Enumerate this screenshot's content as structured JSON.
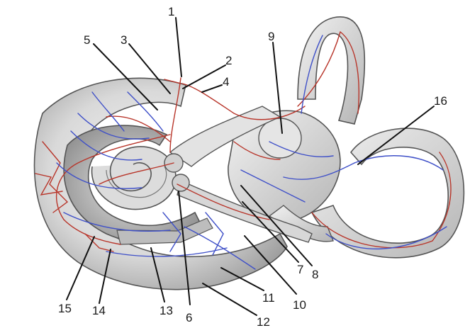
{
  "figure": {
    "labels": [
      "1",
      "2",
      "3",
      "4",
      "5",
      "6",
      "7",
      "8",
      "9",
      "10",
      "11",
      "12",
      "13",
      "14",
      "15",
      "16"
    ]
  },
  "colors": {
    "artery": "#b8352a",
    "vein": "#3f50c8",
    "bone_light": "#ececec",
    "bone_shadow": "#a9a9a9",
    "leader_line": "#111111"
  },
  "icons": {
    "vessels": "inner-ear-vasculature-illustration"
  }
}
